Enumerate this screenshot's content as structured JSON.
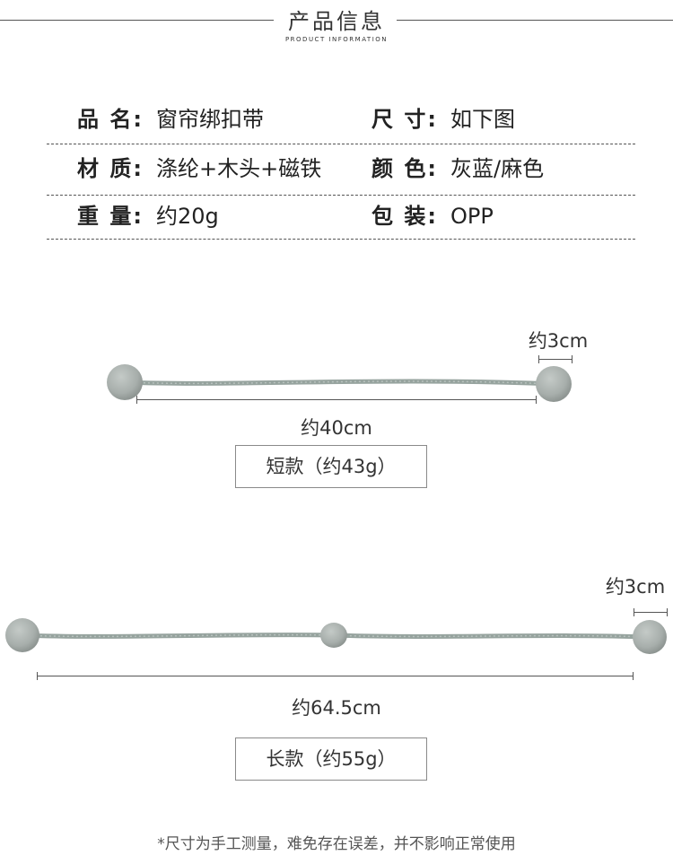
{
  "header": {
    "title": "产品信息",
    "subtitle": "PRODUCT INFORMATION"
  },
  "specs": [
    {
      "label": "品 名:",
      "value": "窗帘绑扣带"
    },
    {
      "label": "尺 寸:",
      "value": "如下图"
    },
    {
      "label": "材 质:",
      "value": "涤纶+木头+磁铁"
    },
    {
      "label": "颜 色:",
      "value": "灰蓝/麻色"
    },
    {
      "label": "重 量:",
      "value": "约20g"
    },
    {
      "label": "包 装:",
      "value": "OPP"
    }
  ],
  "short_model": {
    "ball_size": "约3cm",
    "length": "约40cm",
    "name": "短款（约43g）"
  },
  "long_model": {
    "ball_size": "约3cm",
    "length": "约64.5cm",
    "name": "长款（约55g）"
  },
  "footnote": "*尺寸为手工测量，难免存在误差，并不影响正常使用",
  "colors": {
    "ball": "#a7aeab",
    "cord": "#96a39e",
    "line": "#555555"
  }
}
